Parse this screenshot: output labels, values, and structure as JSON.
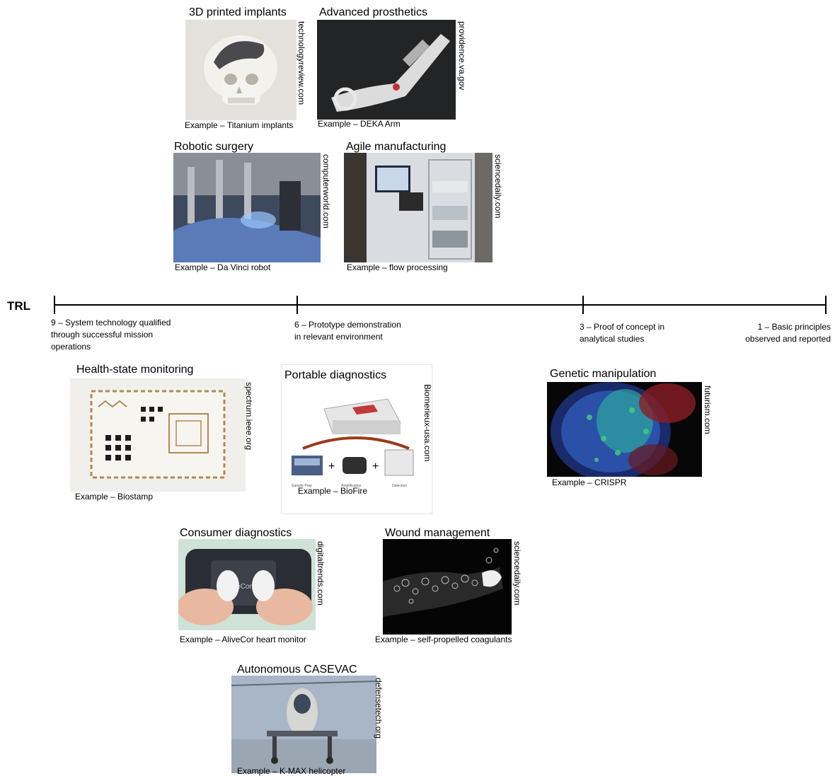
{
  "trl": {
    "axis_label": "TRL",
    "levels": {
      "nine": "9 – System technology qualified through successful mission operations",
      "six": "6 – Prototype demonstration in relevant environment",
      "three": "3 – Proof of concept in analytical studies",
      "one": "1 – Basic principles observed and reported"
    }
  },
  "technologies": {
    "implants": {
      "title": "3D printed implants",
      "caption": "Example – Titanium implants",
      "source": "technologyreview.com"
    },
    "prosthetics": {
      "title": "Advanced prosthetics",
      "caption": "Example – DEKA Arm",
      "source": "providence.va.gov"
    },
    "surgery": {
      "title": "Robotic surgery",
      "caption": "Example – Da Vinci robot",
      "source": "computerworld.com"
    },
    "manufacturing": {
      "title": "Agile manufacturing",
      "caption": "Example – flow processing",
      "source": "sciencedaily.com"
    },
    "monitoring": {
      "title": "Health-state monitoring",
      "caption": "Example – Biostamp",
      "source": "spectrum.ieee.org"
    },
    "portable": {
      "title": "Portable diagnostics",
      "caption": "Example – BioFire",
      "source": "Biomerieux-usa.com",
      "stages": [
        "Sample Prep",
        "Amplification",
        "Detection"
      ]
    },
    "genetic": {
      "title": "Genetic manipulation",
      "caption": "Example – CRISPR",
      "source": "futurism.com"
    },
    "consumer": {
      "title": "Consumer diagnostics",
      "caption": "Example – AliveCor heart monitor",
      "source": "digitaltrends.com",
      "device_label": "AliveCor"
    },
    "wound": {
      "title": "Wound management",
      "caption": "Example – self-propelled coagulants",
      "source": "sciencedaily.com"
    },
    "casevac": {
      "title": "Autonomous CASEVAC",
      "caption": "Example – K-MAX helicopter",
      "source": "defensetech.org"
    }
  }
}
